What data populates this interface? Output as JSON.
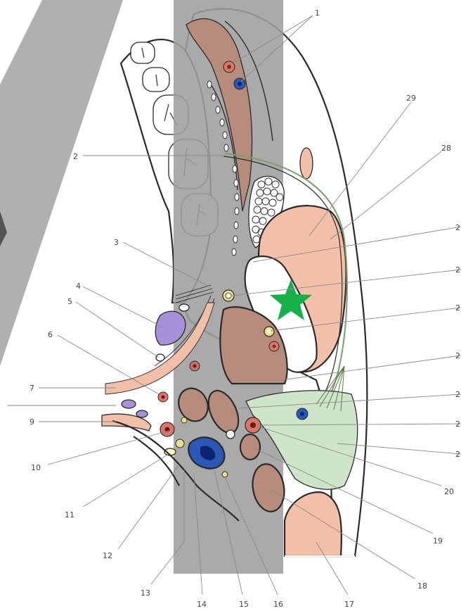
{
  "figure": {
    "labels": [
      {
        "id": "label-1",
        "text": "1"
      },
      {
        "id": "label-2",
        "text": "2"
      },
      {
        "id": "label-3",
        "text": "3"
      },
      {
        "id": "label-4",
        "text": "4"
      },
      {
        "id": "label-5",
        "text": "5"
      },
      {
        "id": "label-6",
        "text": "6"
      },
      {
        "id": "label-7",
        "text": "7"
      },
      {
        "id": "label-9",
        "text": "9"
      },
      {
        "id": "label-10",
        "text": "10"
      },
      {
        "id": "label-11",
        "text": "11"
      },
      {
        "id": "label-12",
        "text": "12"
      },
      {
        "id": "label-13",
        "text": "13"
      },
      {
        "id": "label-14",
        "text": "14"
      },
      {
        "id": "label-15",
        "text": "15"
      },
      {
        "id": "label-16",
        "text": "16"
      },
      {
        "id": "label-17",
        "text": "17"
      },
      {
        "id": "label-18",
        "text": "18"
      },
      {
        "id": "label-19",
        "text": "19"
      },
      {
        "id": "label-20",
        "text": "20"
      },
      {
        "id": "label-28",
        "text": "28"
      },
      {
        "id": "label-29",
        "text": "29"
      },
      {
        "id": "label-right-a",
        "text": "2"
      },
      {
        "id": "label-right-b",
        "text": "2"
      },
      {
        "id": "label-right-c",
        "text": "2"
      },
      {
        "id": "label-right-d",
        "text": "2"
      },
      {
        "id": "label-right-e",
        "text": "2"
      },
      {
        "id": "label-right-f",
        "text": "2"
      },
      {
        "id": "label-right-g",
        "text": "2"
      }
    ]
  },
  "colors": {
    "muscle_brown": "#b78c7c",
    "muscle_pink": "#f2c0a8",
    "gland_green": "#cfe5c9",
    "vein_blue": "#2b57b8",
    "artery_red": "#d9776b",
    "nerve_yellow": "#e8e08a",
    "ganglion_purple": "#a690d8",
    "overlay_gray": "#9e9e9e",
    "marker_green": "#16b04a"
  }
}
